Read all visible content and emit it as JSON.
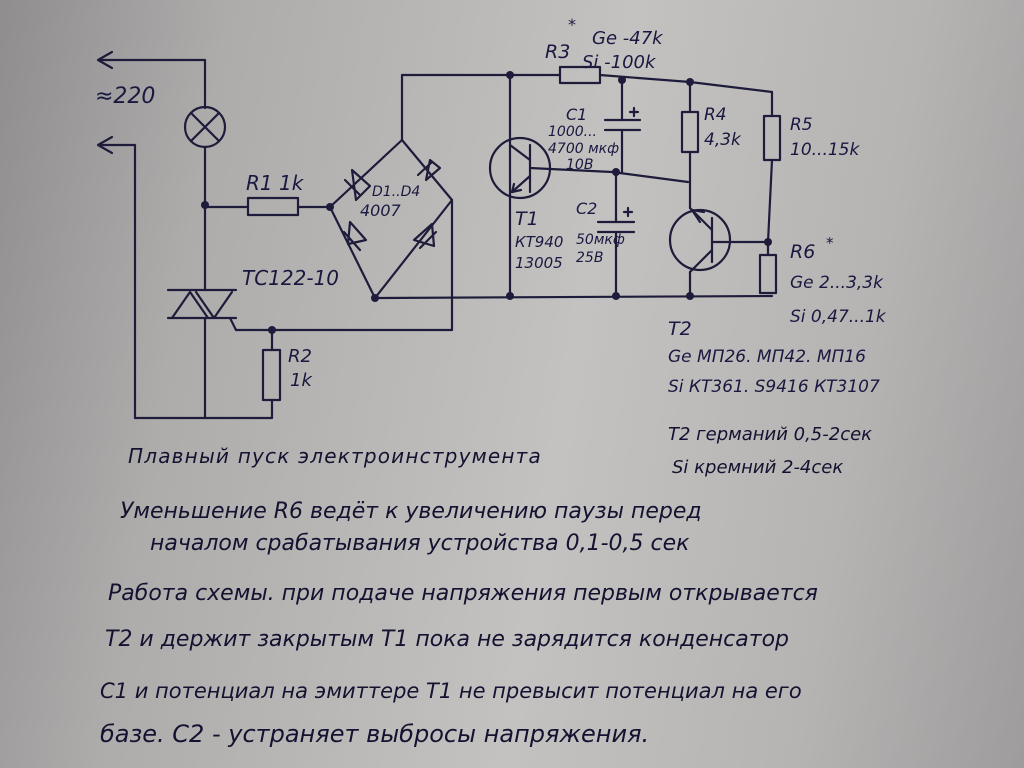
{
  "labels": {
    "mains": "≈220",
    "r1": "R1 1k",
    "bridge": "D1..D4",
    "bridge_type": "4007",
    "triac": "TC122-10",
    "r2_name": "R2",
    "r2_val": "1k",
    "r3_name": "R3",
    "r3_star": "*",
    "r3_ge": "Ge -47k",
    "r3_si": "Si -100k",
    "c1_name": "C1",
    "c1_v1": "1000...",
    "c1_v2": "4700 мкф",
    "c1_v3": "10В",
    "c2_name": "C2",
    "c2_v1": "50мкф",
    "c2_v2": "25В",
    "t1_name": "T1",
    "t1_v1": "КТ940",
    "t1_v2": "13005",
    "r4_name": "R4",
    "r4_val": "4,3k",
    "r5_name": "R5",
    "r5_val": "10...15k",
    "r6_name": "R6",
    "r6_star": "*",
    "r6_ge": "Ge 2...3,3k",
    "r6_si": "Si 0,47...1k",
    "t2_name": "T2",
    "t2_ge": "Ge МП26. МП42. МП16",
    "t2_si": "Si КТ361. S9416 КТ3107"
  },
  "notes": {
    "title": "Плавный пуск электроинструмента",
    "ge_time": "T2 германий 0,5-2сек",
    "si_time": "Si кремний 2-4сек",
    "line1": "Уменьшение R6 ведёт к увеличению паузы перед",
    "line2": "началом срабатывания устройства 0,1-0,5 сек",
    "line3": "Работа схемы. при подаче напряжения первым открывается",
    "line4": "T2 и держит закрытым T1 пока не зарядится конденсатор",
    "line5": "C1 и потенциал на эмиттере T1 не превысит потенциал на его",
    "line6": "базе. C2 - устраняет выбросы напряжения."
  }
}
